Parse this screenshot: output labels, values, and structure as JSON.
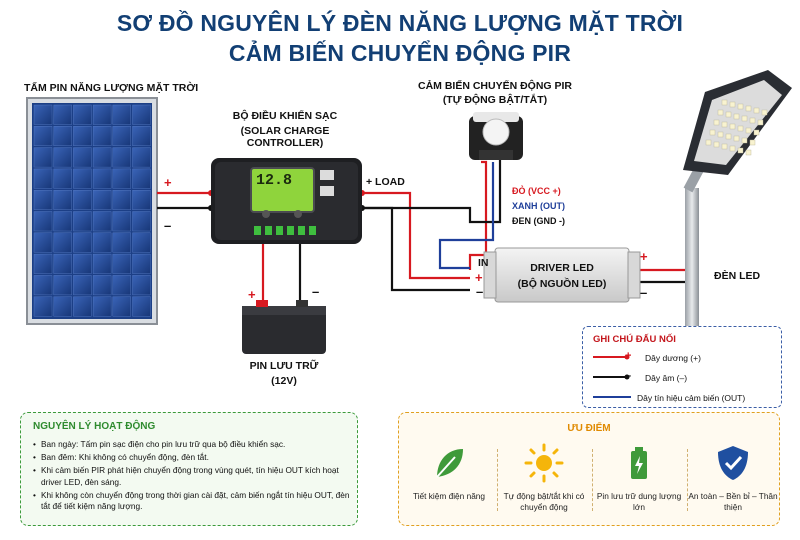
{
  "title": {
    "line1": "SƠ ĐỒ NGUYÊN LÝ ĐÈN NĂNG LƯỢNG MẶT TRỜI",
    "line2": "CẢM BIẾN CHUYỂN ĐỘNG PIR"
  },
  "panel": {
    "label": "TẤM PIN NĂNG LƯỢNG MẶT TRỜI"
  },
  "controller": {
    "label1": "BỘ ĐIỀU KHIỂN SẠC",
    "label2": "(SOLAR CHARGE CONTROLLER)",
    "display": "12.8"
  },
  "pir": {
    "label1": "CẢM BIẾN CHUYỂN ĐỘNG PIR",
    "label2": "(TỰ ĐỘNG BẬT/TẮT)",
    "wire_red": "ĐỎ (VCC +)",
    "wire_blue": "XANH (OUT)",
    "wire_black": "ĐEN (GND -)"
  },
  "battery": {
    "label1": "PIN LƯU TRỮ",
    "label2": "(12V)"
  },
  "driver": {
    "label1": "DRIVER LED",
    "label2": "(BỘ NGUỒN LED)",
    "in_label": "IN"
  },
  "lamp": {
    "label": "ĐÈN LED"
  },
  "terminals": {
    "plus": "+",
    "minus": "–",
    "load": "+ LOAD"
  },
  "legend": {
    "title": "GHI CHÚ ĐẤU NỐI",
    "items": [
      {
        "text": "Dây dương (+)",
        "color": "#d71920"
      },
      {
        "text": "Dây âm (–)",
        "color": "#111111"
      },
      {
        "text": "Dây tín hiệu cảm biến (OUT)",
        "color": "#1f3f9a"
      }
    ]
  },
  "principle": {
    "title": "NGUYÊN LÝ HOẠT ĐỘNG",
    "items": [
      "Ban ngày: Tấm pin sạc điện cho pin lưu trữ qua bộ điều khiển sạc.",
      "Ban đêm: Khi không có chuyển động, đèn tắt.",
      "Khi cảm biến PIR phát hiện chuyển động trong vùng quét, tín hiệu OUT kích hoạt driver LED, đèn sáng.",
      "Khi không còn chuyển động trong thời gian cài đặt, cảm biến ngắt tín hiệu OUT, đèn tắt để tiết kiệm năng lượng."
    ]
  },
  "advantages": {
    "title": "ƯU ĐIỂM",
    "items": [
      {
        "icon": "leaf-icon",
        "text": "Tiết kiệm điện năng"
      },
      {
        "icon": "sun-icon",
        "text": "Tự động bật/tắt khi có chuyển động"
      },
      {
        "icon": "battery-icon",
        "text": "Pin lưu trữ dung lượng lớn"
      },
      {
        "icon": "shield-check-icon",
        "text": "An toàn – Bền bỉ – Thân thiện"
      }
    ]
  },
  "colors": {
    "title": "#123f74",
    "red_wire": "#d71920",
    "black_wire": "#111111",
    "blue_wire": "#1f3f9a",
    "panel_blue": "#1c3f86"
  }
}
